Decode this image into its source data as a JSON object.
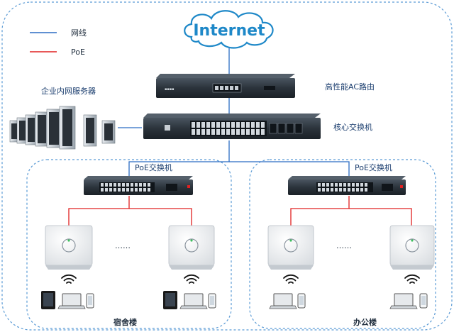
{
  "legend": {
    "network_cable": "网线",
    "poe": "PoE"
  },
  "internet": {
    "label": "Internet"
  },
  "devices": {
    "ac_router": "高性能AC路由",
    "core_switch": "核心交换机",
    "servers": "企业内网服务器",
    "poe_switch_left": "PoE交换机",
    "poe_switch_right": "PoE交换机"
  },
  "zones": {
    "dorm": "宿舍楼",
    "office": "办公楼"
  },
  "ap_separator": "……",
  "colors": {
    "network_line": "#2b6cc4",
    "poe_line": "#e02020",
    "zone_border": "#5b9bd5",
    "cloud": "#1e88c8"
  }
}
